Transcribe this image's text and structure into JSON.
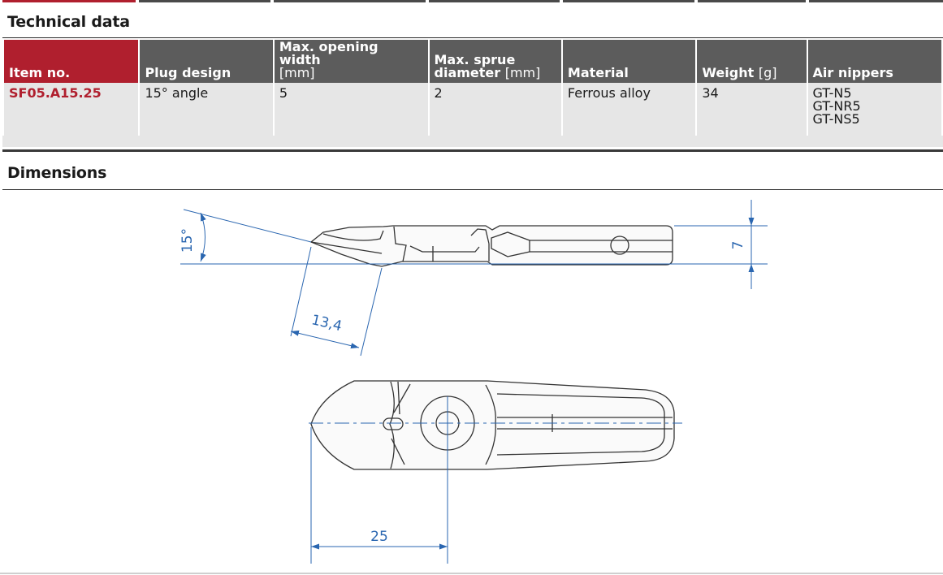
{
  "sections": {
    "technical_data": "Technical data",
    "dimensions": "Dimensions"
  },
  "table": {
    "headers": [
      {
        "label": "Item no.",
        "unit": ""
      },
      {
        "label": "Plug design",
        "unit": ""
      },
      {
        "label": "Max. opening width",
        "unit": "[mm]"
      },
      {
        "label": "Max. sprue diameter",
        "unit": "[mm]"
      },
      {
        "label": "Material",
        "unit": ""
      },
      {
        "label": "Weight",
        "unit": "[g]"
      },
      {
        "label": "Air nippers",
        "unit": ""
      }
    ],
    "row": {
      "item_no": "SF05.A15.25",
      "plug_design": "15° angle",
      "max_opening_width": "5",
      "max_sprue_diameter": "2",
      "material": "Ferrous alloy",
      "weight": "34",
      "air_nippers": [
        "GT-N5",
        "GT-NR5",
        "GT-NS5"
      ]
    }
  },
  "drawing": {
    "angle_label": "15°",
    "length_label": "13,4",
    "height_label": "7",
    "width_label": "25",
    "dimension_color": "#2a66b0"
  }
}
